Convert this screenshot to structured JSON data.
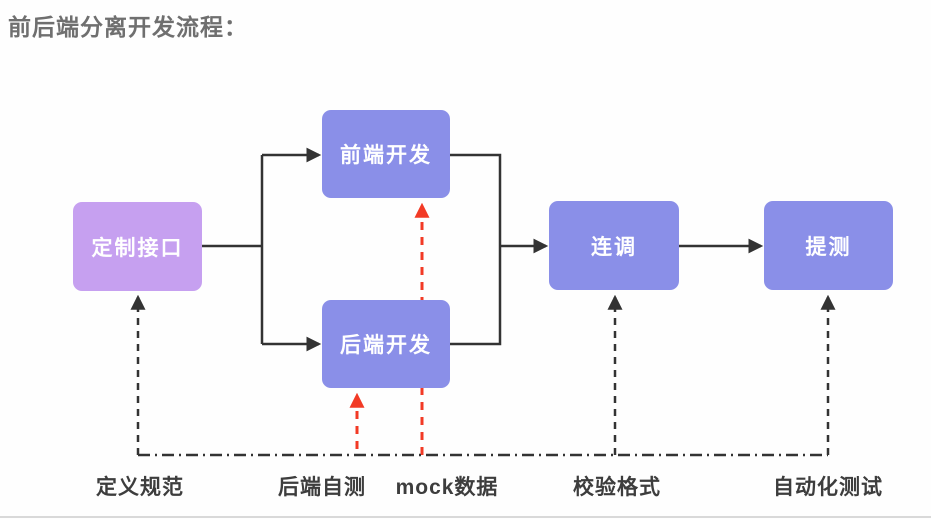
{
  "title": "前后端分离开发流程：",
  "colors": {
    "node_primary": "#8a8fe8",
    "node_start": "#c6a0f0",
    "line": "#333333",
    "accent_red": "#f23a25",
    "title_text": "#6f6f6f",
    "label_text": "#3d3d3d"
  },
  "nodes": [
    {
      "id": "define-interface",
      "label": "定制接口"
    },
    {
      "id": "frontend-dev",
      "label": "前端开发"
    },
    {
      "id": "backend-dev",
      "label": "后端开发"
    },
    {
      "id": "joint-debug",
      "label": "连调"
    },
    {
      "id": "submit-test",
      "label": "提测"
    }
  ],
  "annotations": [
    {
      "id": "define-spec",
      "label": "定义规范"
    },
    {
      "id": "backend-selftest",
      "label": "后端自测"
    },
    {
      "id": "mock-data",
      "label": "mock数据"
    },
    {
      "id": "validate-format",
      "label": "校验格式"
    },
    {
      "id": "automated-test",
      "label": "自动化测试"
    }
  ]
}
